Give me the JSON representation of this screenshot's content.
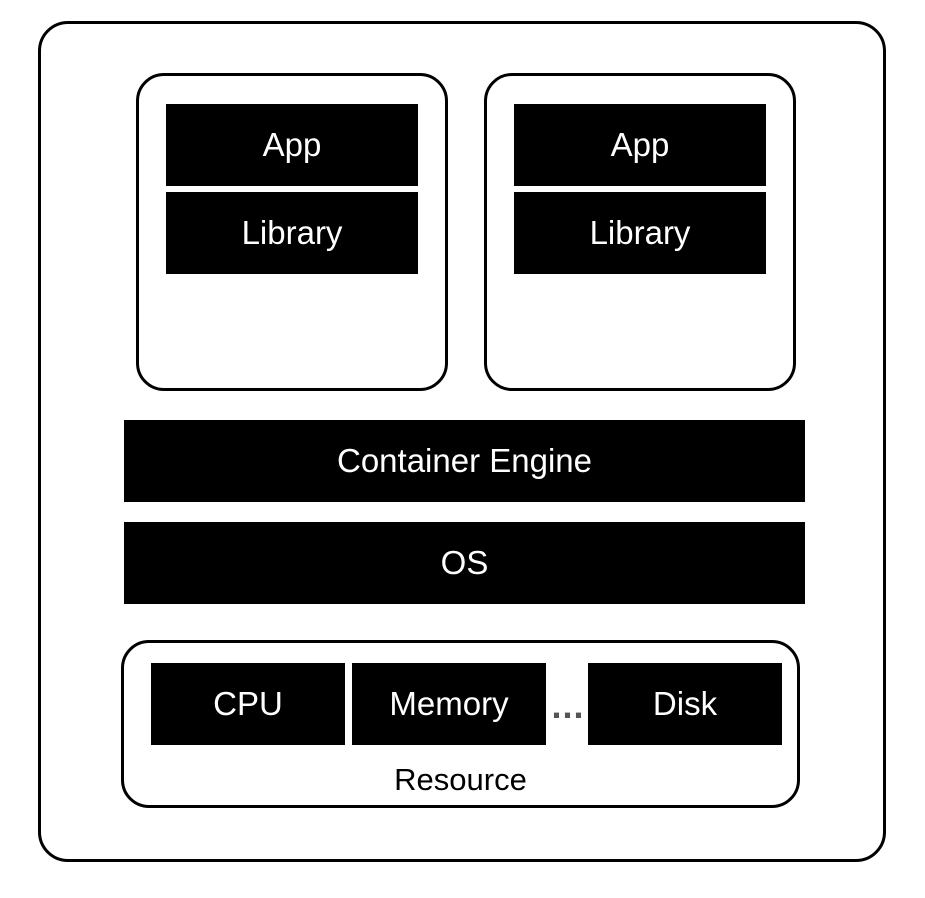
{
  "containers": [
    {
      "app_label": "App",
      "library_label": "Library"
    },
    {
      "app_label": "App",
      "library_label": "Library"
    }
  ],
  "container_engine_label": "Container Engine",
  "os_label": "OS",
  "resources": {
    "items": [
      "CPU",
      "Memory",
      "Disk"
    ],
    "ellipsis": "...",
    "label": "Resource"
  }
}
